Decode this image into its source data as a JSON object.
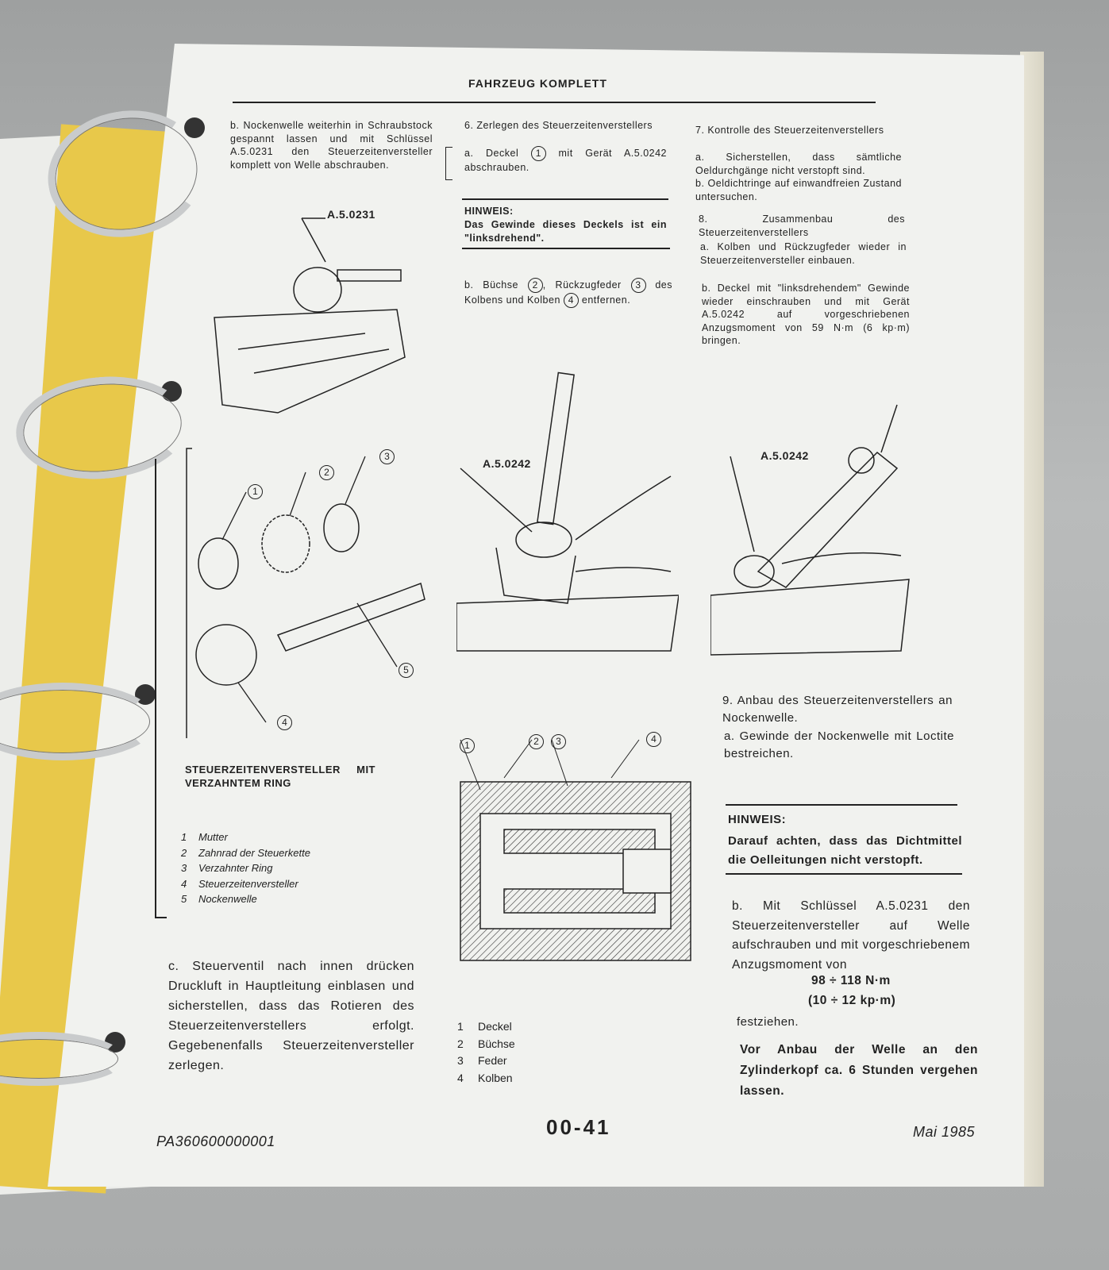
{
  "header": {
    "title": "FAHRZEUG KOMPLETT"
  },
  "col1": {
    "step_b": "b. Nockenwelle weiterhin in Schraubstock gespannt lassen und mit Schlüssel A.5.0231 den Steuerzeitenversteller komplett von Welle abschrauben.",
    "fig1_label": "A.5.0231",
    "callouts": [
      "1",
      "2",
      "3",
      "4",
      "5"
    ],
    "caption": "STEUERZEITENVERSTELLER MIT VERZAHNTEM RING",
    "legend": [
      {
        "n": "1",
        "label": "Mutter"
      },
      {
        "n": "2",
        "label": "Zahnrad der Steuerkette"
      },
      {
        "n": "3",
        "label": "Verzahnter Ring"
      },
      {
        "n": "4",
        "label": "Steuerzeitenversteller"
      },
      {
        "n": "5",
        "label": "Nockenwelle"
      }
    ],
    "step_c": "c. Steuerventil nach innen drücken Druckluft in Hauptleitung einblasen und sicherstellen, dass das Rotieren des Steuerzeitenverstellers erfolgt. Gegebenenfalls Steuerzeitenversteller zerlegen."
  },
  "col2": {
    "step6": "6. Zerlegen des Steuerzeitenverstellers",
    "step6a_pre": "a. Deckel",
    "step6a_num": "1",
    "step6a_post": "mit Gerät A.5.0242 abschrauben.",
    "hinweis_title": "HINWEIS:",
    "hinweis_text": "Das Gewinde dieses Deckels ist ein \"linksdrehend\".",
    "step6b": {
      "a": "b. Büchse",
      "n1": "2",
      "b": ", Rückzugfeder",
      "n2": "3",
      "c": "des Kolbens und Kolben",
      "n3": "4",
      "d": "entfernen."
    },
    "fig_label": "A.5.0242",
    "section_callouts": [
      "1",
      "2",
      "3",
      "4"
    ],
    "legend": [
      {
        "n": "1",
        "label": "Deckel"
      },
      {
        "n": "2",
        "label": "Büchse"
      },
      {
        "n": "3",
        "label": "Feder"
      },
      {
        "n": "4",
        "label": "Kolben"
      }
    ]
  },
  "col3": {
    "step7": "7. Kontrolle des Steuerzeitenverstellers",
    "step7a": "a. Sicherstellen, dass sämtliche Oeldurchgänge nicht verstopft sind.",
    "step7b": "b. Oeldichtringe auf einwandfreien Zustand untersuchen.",
    "step8": "8. Zusammenbau des Steuerzeitenverstellers",
    "step8a": "a. Kolben und Rückzugfeder wieder in Steuerzeitenversteller einbauen.",
    "step8b": "b. Deckel mit \"linksdrehendem\" Gewinde wieder einschrauben und mit Gerät A.5.0242 auf vorgeschriebenen Anzugsmoment von 59 N·m (6 kp·m) bringen.",
    "fig_label": "A.5.0242",
    "step9": "9. Anbau des Steuerzeitenverstellers an Nockenwelle.",
    "step9a": "a. Gewinde der Nockenwelle mit Loctite bestreichen.",
    "hinweis_title": "HINWEIS:",
    "hinweis_text": "Darauf achten, dass das Dichtmittel die Oelleitungen nicht verstopft.",
    "step9b": "b. Mit Schlüssel A.5.0231 den Steuerzeitenversteller auf Welle aufschrauben und mit vorgeschriebenem Anzugsmoment von",
    "torque1": "98 ÷ 118 N·m",
    "torque2": "(10 ÷ 12 kp·m)",
    "festziehen": "festziehen.",
    "note": "Vor Anbau der Welle an den Zylinderkopf ca. 6 Stunden vergehen lassen."
  },
  "footer": {
    "code": "PA360600000001",
    "page": "00-41",
    "date": "Mai 1985"
  }
}
